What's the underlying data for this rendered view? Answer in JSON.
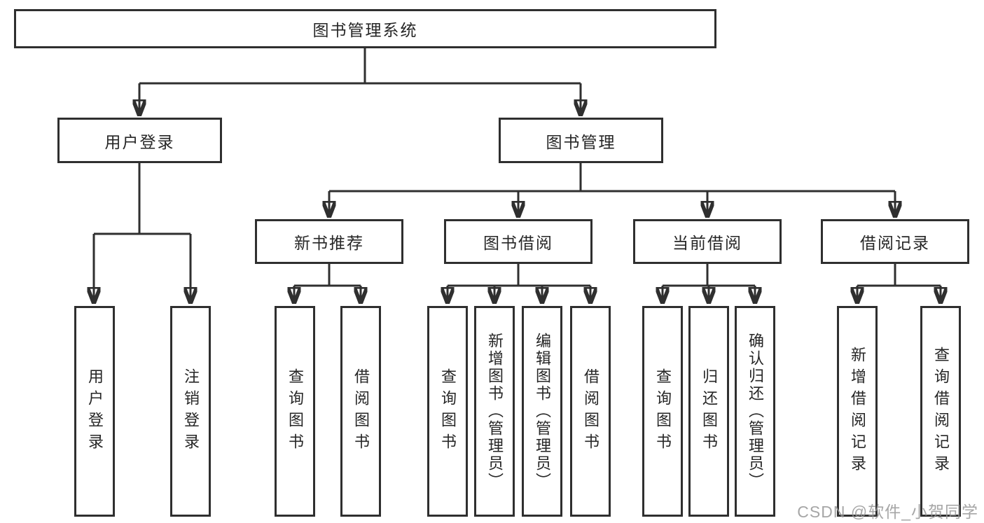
{
  "diagram": {
    "type": "hierarchy-tree",
    "colors": {
      "line": "#2f2f2f",
      "box_border": "#2f2f2f",
      "text": "#262626",
      "background": "#ffffff",
      "watermark": "#979797"
    }
  },
  "tree": {
    "label": "图书管理系统",
    "children": [
      {
        "label": "用户登录",
        "children": [
          {
            "label": "用户登录"
          },
          {
            "label": "注销登录"
          }
        ]
      },
      {
        "label": "图书管理",
        "children": [
          {
            "label": "新书推荐",
            "children": [
              {
                "label": "查询图书"
              },
              {
                "label": "借阅图书"
              }
            ]
          },
          {
            "label": "图书借阅",
            "children": [
              {
                "label": "查询图书"
              },
              {
                "label": "新增图书（管理员）"
              },
              {
                "label": "编辑图书（管理员）"
              },
              {
                "label": "借阅图书"
              }
            ]
          },
          {
            "label": "当前借阅",
            "children": [
              {
                "label": "查询图书"
              },
              {
                "label": "归还图书"
              },
              {
                "label": "确认归还（管理员）"
              }
            ]
          },
          {
            "label": "借阅记录",
            "children": [
              {
                "label": "新增借阅记录"
              },
              {
                "label": "查询借阅记录"
              }
            ]
          }
        ]
      }
    ]
  },
  "watermark": {
    "text": "CSDN @软件_小贺同学"
  }
}
